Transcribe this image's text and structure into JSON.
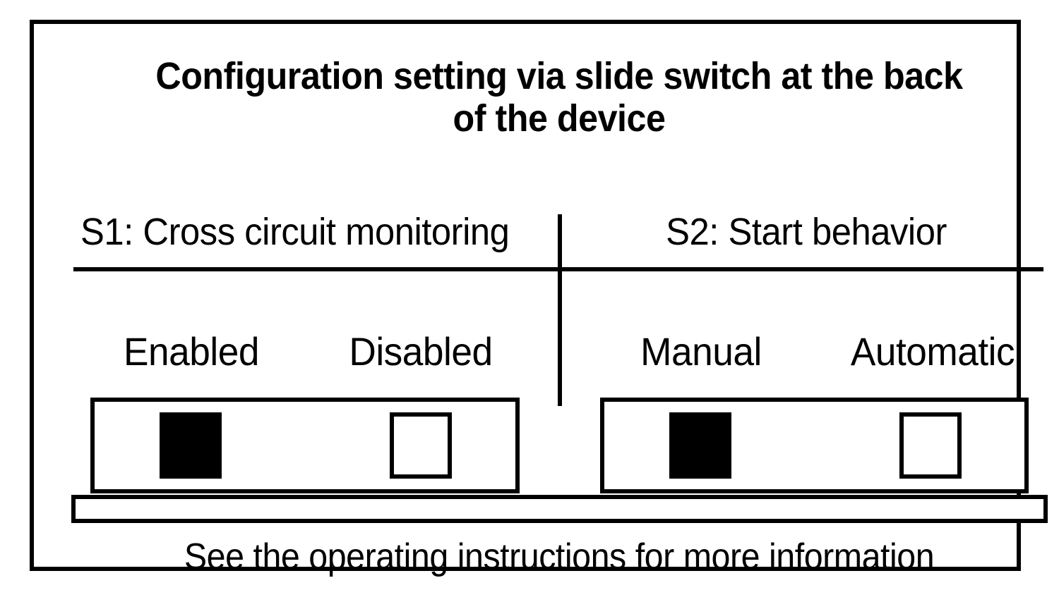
{
  "panel": {
    "title": "Configuration setting via slide switch at the back\nof the device",
    "footer_note": "See the operating instructions for more information",
    "border_color": "#000000",
    "background_color": "#ffffff",
    "text_color": "#000000"
  },
  "switches": [
    {
      "id": "S1",
      "header": "S1: Cross circuit monitoring",
      "options": [
        {
          "label": "Enabled",
          "position": "left",
          "state": "on"
        },
        {
          "label": "Disabled",
          "position": "right",
          "state": "off"
        }
      ],
      "selected": "Enabled"
    },
    {
      "id": "S2",
      "header": "S2: Start behavior",
      "options": [
        {
          "label": "Manual",
          "position": "left",
          "state": "on"
        },
        {
          "label": "Automatic",
          "position": "right",
          "state": "off"
        }
      ],
      "selected": "Manual"
    }
  ]
}
